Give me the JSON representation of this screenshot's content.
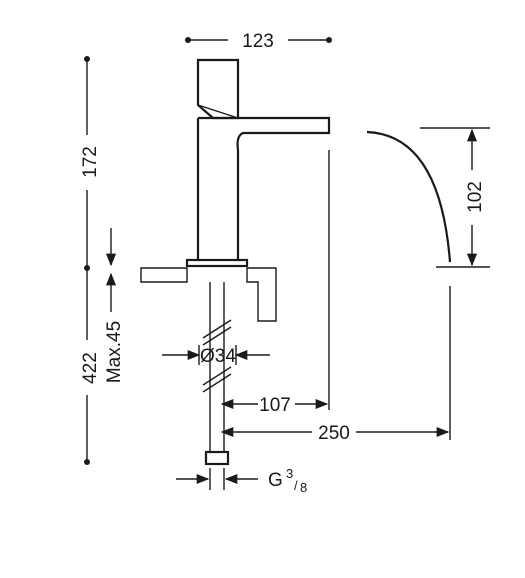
{
  "dimensions": {
    "top_width": "123",
    "spout_height": "102",
    "overall_height_upper": "172",
    "overall_height_lower": "422",
    "max_deck": "Max.45",
    "hole_diameter": "Ø34",
    "spout_reach_inner": "107",
    "spout_reach_outer": "250",
    "thread": "G",
    "thread_num": "3",
    "thread_den": "8"
  }
}
